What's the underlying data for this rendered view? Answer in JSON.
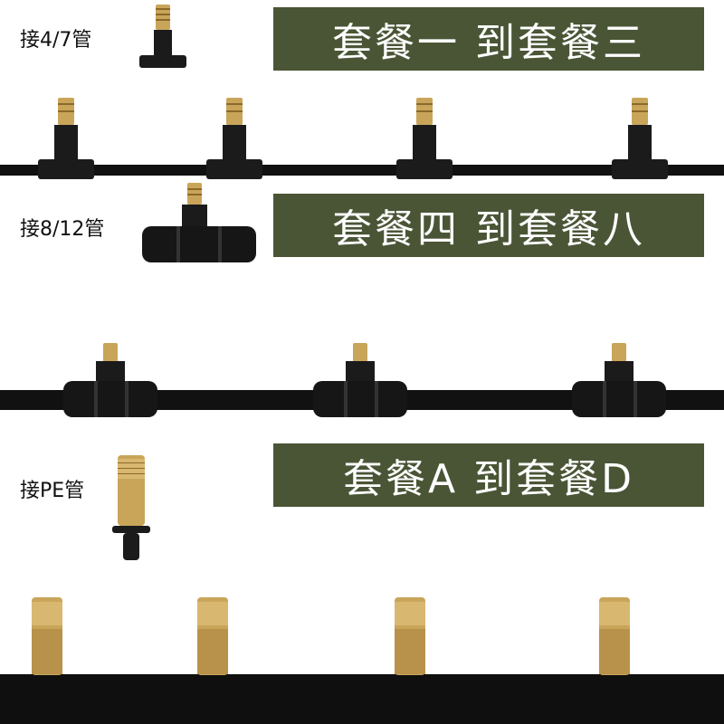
{
  "section1": {
    "label": "接4/7管",
    "banner": "套餐一 到套餐三"
  },
  "section2": {
    "label": "接8/12管",
    "banner": "套餐四 到套餐八"
  },
  "section3": {
    "label": "接PE管",
    "banner": "套餐A 到套餐D"
  },
  "colors": {
    "banner_bg": "#4a5536",
    "brass": "#c9a55a",
    "pipe": "#111111"
  }
}
